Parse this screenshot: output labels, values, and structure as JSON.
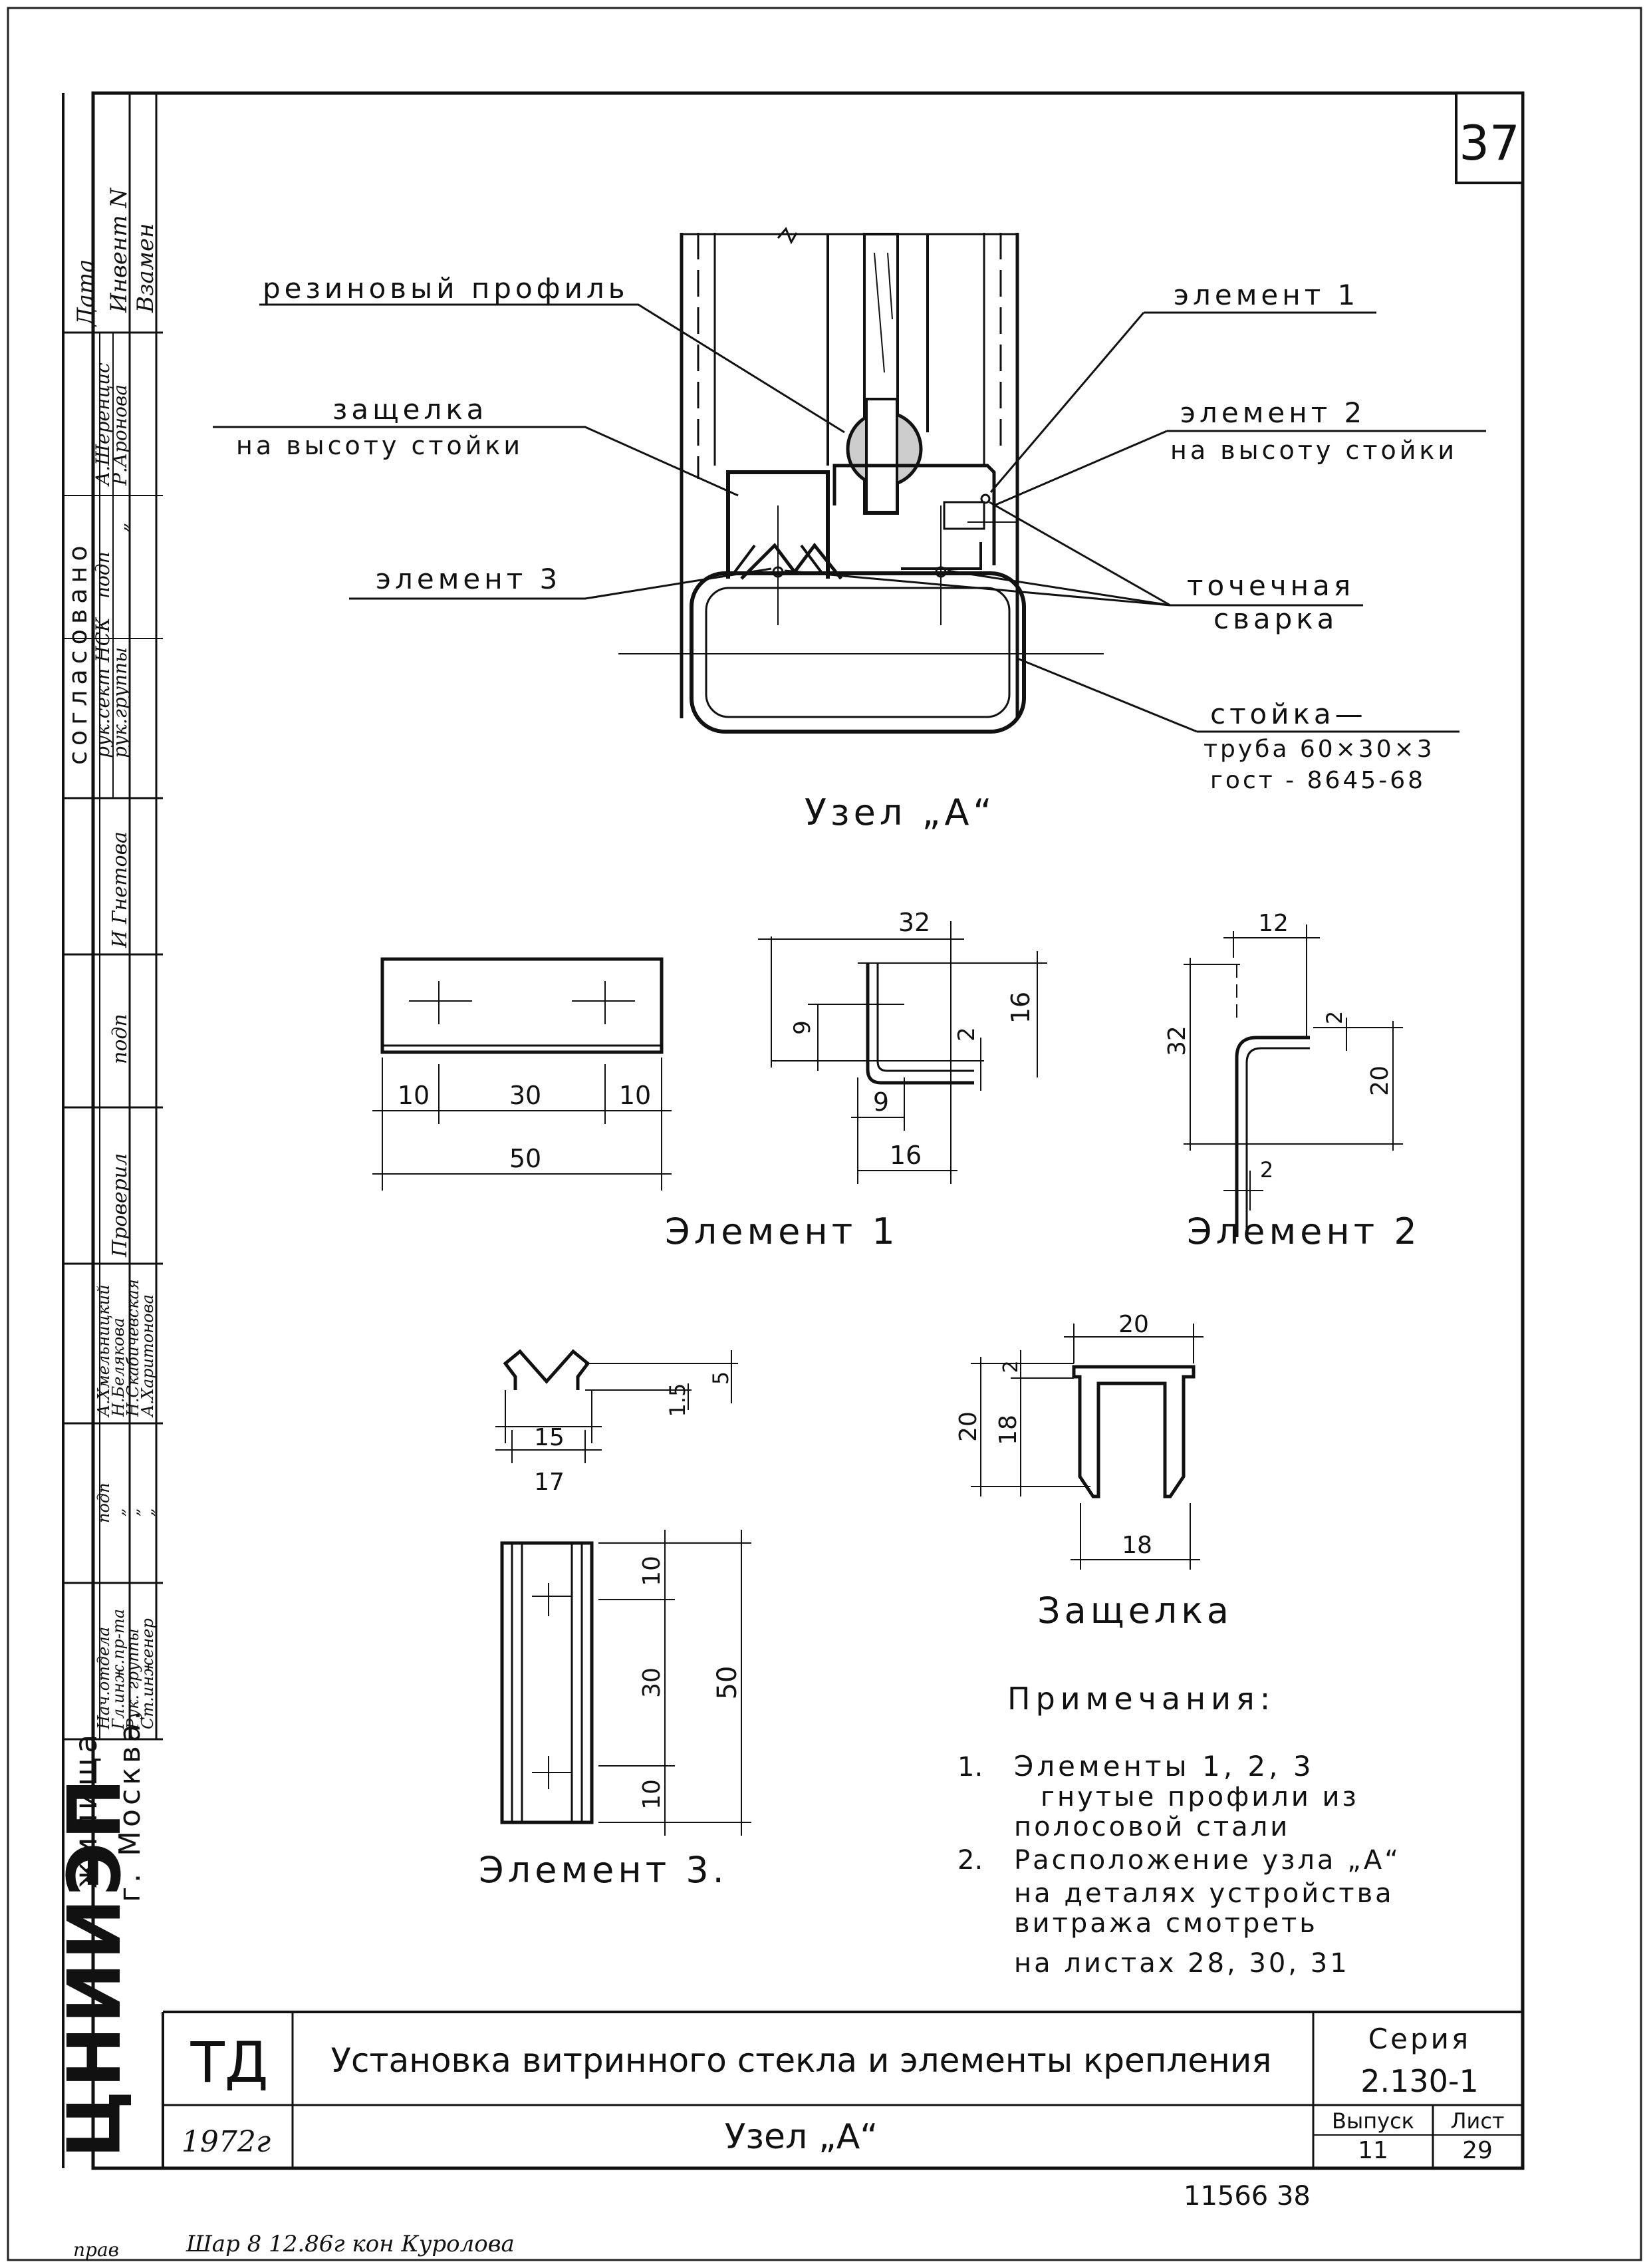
{
  "page_number": "37",
  "node_title": "Узел „А“",
  "callouts": {
    "rubber_profile": "резиновый профиль",
    "element1": "элемент 1",
    "latch_line1": "защелка",
    "latch_line2": "на высоту стойки",
    "element2_line1": "элемент 2",
    "element2_line2": "на высоту стойки",
    "element3": "элемент 3",
    "spot_weld_line1": "точечная",
    "spot_weld_line2": "сварка",
    "post_line1": "стойка—",
    "post_line2": "труба 60×30×3",
    "post_line3": "гост - 8645-68"
  },
  "details": {
    "element1": {
      "label": "Элемент 1",
      "dims_front": [
        "10",
        "30",
        "10",
        "50"
      ],
      "dims_section": [
        "32",
        "9",
        "2",
        "16",
        "9",
        "16"
      ]
    },
    "element2": {
      "label": "Элемент 2",
      "dims": [
        "12",
        "32",
        "2",
        "20",
        "2"
      ]
    },
    "element3": {
      "label": "Элемент 3.",
      "dims_section": [
        "5",
        "1.5",
        "15",
        "17"
      ],
      "dims_front": [
        "10",
        "30",
        "10",
        "50"
      ]
    },
    "latch": {
      "label": "Защелка",
      "dims": [
        "20",
        "2",
        "20",
        "18",
        "18"
      ]
    }
  },
  "notes": {
    "heading": "Примечания:",
    "items": [
      {
        "num": "1.",
        "lines": [
          "Элементы 1, 2, 3",
          "гнутые профили из",
          "полосовой стали"
        ]
      },
      {
        "num": "2.",
        "lines": [
          "Расположение узла „А“",
          "на деталях устройства",
          "витража смотреть",
          "на листах 28, 30, 31"
        ]
      }
    ]
  },
  "left_panel": {
    "col_headers": [
      "Взамен",
      "Инвент N",
      "Дата"
    ],
    "agreed_title": "согласовано",
    "agreed_rows": [
      {
        "role": "рук.сект НСК",
        "sign": "подп",
        "name": "А.Шеренцис"
      },
      {
        "role": "рук.группы",
        "sign": "„",
        "name": "Р.Аронова"
      }
    ],
    "checked": {
      "role": "Проверил",
      "sign": "подп",
      "name": "И Гнетова"
    },
    "staff": [
      {
        "role": "Нач.отдела",
        "sign": "подп",
        "name": "А.Хмельницкий"
      },
      {
        "role": "Гл.инж.пр-та",
        "sign": "„",
        "name": "Н.Белякова"
      },
      {
        "role": "Рук. группы",
        "sign": "„",
        "name": "Н.Скабичевская"
      },
      {
        "role": "Ст.инженер",
        "sign": "„",
        "name": "А.Харитонова"
      }
    ],
    "org_logo": "ЦНИИЭП",
    "org_suffix": "жилища",
    "org_city": "г. Москва."
  },
  "title_block": {
    "code": "ТД",
    "year": "1972г",
    "title": "Установка витринного стекла и элементы крепления",
    "subtitle": "Узел „А“",
    "series_label": "Серия",
    "series_value": "2.130-1",
    "issue_label": "Выпуск",
    "issue_value": "11",
    "sheet_label": "Лист",
    "sheet_value": "29"
  },
  "footer": {
    "stamp": "11566  38",
    "handwritten": "Шар  8  12.86г  кон Куролова",
    "handwritten_left": "прав"
  }
}
